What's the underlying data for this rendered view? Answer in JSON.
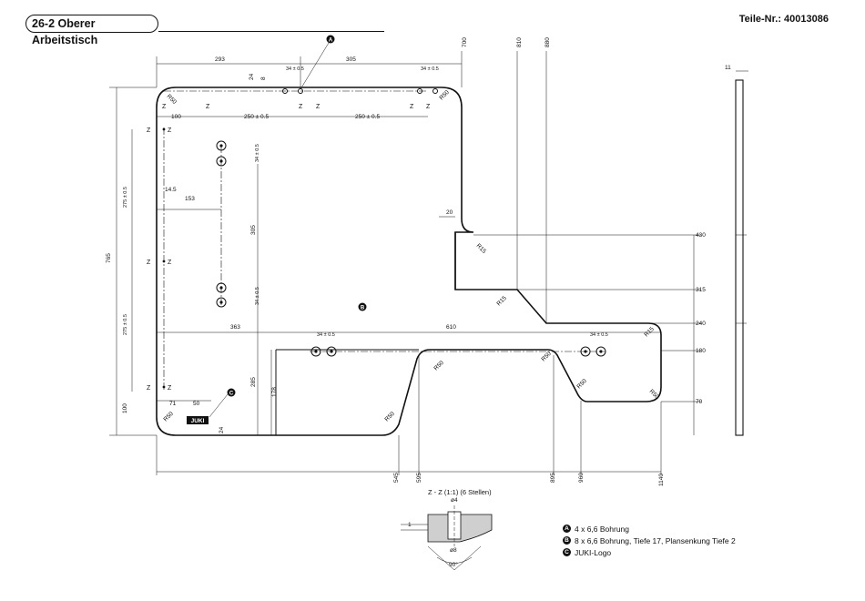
{
  "title": "26-2 Oberer Arbeitstisch",
  "part_number": "Teile-Nr.: 40013086",
  "section_title": "Z - Z (1:1) (6 Stellen)",
  "legend": [
    {
      "marker": "A",
      "text": "4 x 6,6 Bohrung"
    },
    {
      "marker": "B",
      "text": "8 x 6,6 Bohrung, Tiefe 17, Plansenkung Tiefe 2"
    },
    {
      "marker": "C",
      "text": "JUKI-Logo"
    }
  ],
  "markers": {
    "a": "A",
    "b": "B",
    "c": "C"
  },
  "logo_text": "JUKI",
  "section_marks": {
    "z": "Z"
  },
  "dims": {
    "top_293": "293",
    "top_305": "305",
    "top_34a": "34 ± 0.5",
    "top_34b": "34 ± 0.5",
    "top_24": "24",
    "top_8": "8",
    "v700": "700",
    "v810": "810",
    "v880": "880",
    "thick_11": "11",
    "d100_top": "100",
    "d250a": "250 ± 0.5",
    "d250b": "250 ± 0.5",
    "d34_hole1": "34 ± 0.5",
    "d34_hole2": "34 ± 0.5",
    "d14_5": "14.5",
    "d153": "153",
    "d305_v": "305",
    "d275a": "275 ± 0.5",
    "d275b": "275 ± 0.5",
    "d765": "765",
    "d100_left": "100",
    "d363": "363",
    "d610": "610",
    "d34_b1": "34 ± 0.5",
    "d34_b2": "34 ± 0.5",
    "d285": "285",
    "d178": "178",
    "d71": "71",
    "d50": "50",
    "d24_logo": "24",
    "d20": "20",
    "r15a": "R15",
    "r15b": "R15",
    "r15c": "R15",
    "r50a": "R50",
    "r50b": "R50",
    "r50c": "R50",
    "r50d": "R50",
    "r50e": "R50",
    "r50f": "R50",
    "r50g": "R50",
    "r50h": "R50",
    "r430": "430",
    "r315": "315",
    "r240": "240",
    "r180": "180",
    "r70": "70",
    "b545": "545",
    "b595": "595",
    "b895": "895",
    "b960": "960",
    "b1140": "1140",
    "phi4": "ø4",
    "phi8": "ø8",
    "ang90": "90°",
    "sec1": "1"
  }
}
